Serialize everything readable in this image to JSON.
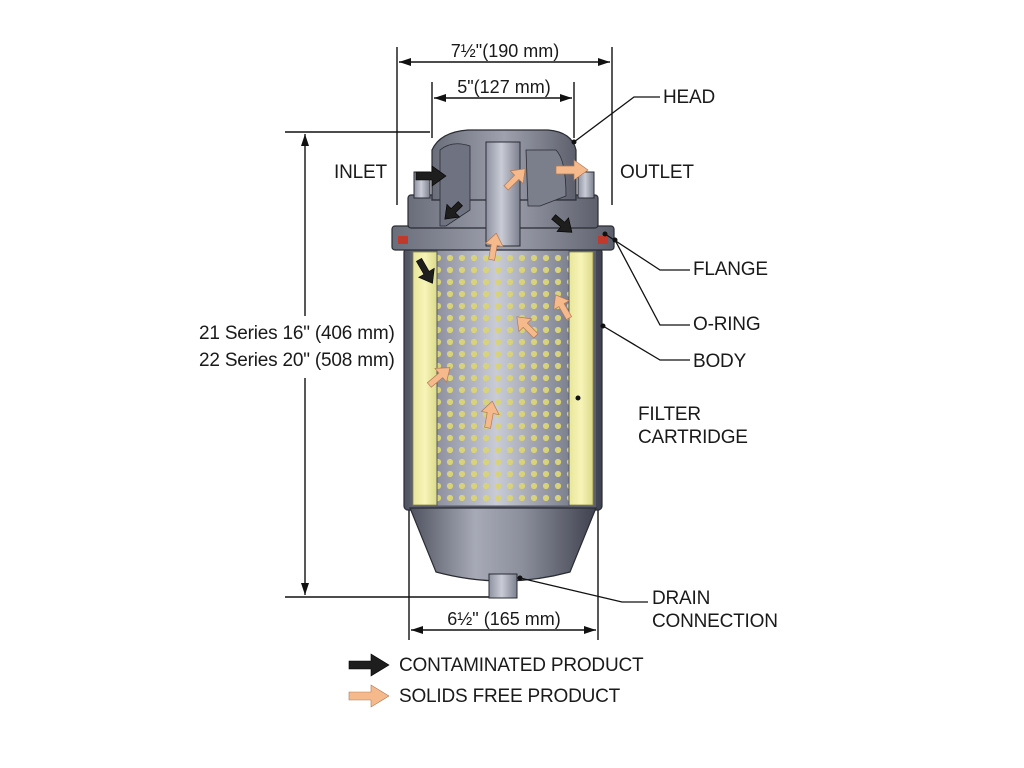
{
  "dimensions": {
    "head_width": "7½\"(190 mm)",
    "inner_width": "5\"(127 mm)",
    "body_width": "6½\" (165 mm)",
    "height_21": "21 Series 16\" (406 mm)",
    "height_22": "22 Series 20\" (508 mm)"
  },
  "labels": {
    "head": "HEAD",
    "inlet": "INLET",
    "outlet": "OUTLET",
    "flange": "FLANGE",
    "oring": "O-RING",
    "body": "BODY",
    "filter_cartridge": "FILTER\nCARTRIDGE",
    "drain_connection": "DRAIN\nCONNECTION"
  },
  "legend": {
    "contaminated": "CONTAMINATED PRODUCT",
    "solids_free": "SOLIDS FREE PRODUCT"
  },
  "colors": {
    "contaminated_arrow": "#1e1e1e",
    "solids_free_arrow": "#f5b98c",
    "cartridge_media": "#f3f0a0",
    "metal": "#8a8d9a"
  }
}
